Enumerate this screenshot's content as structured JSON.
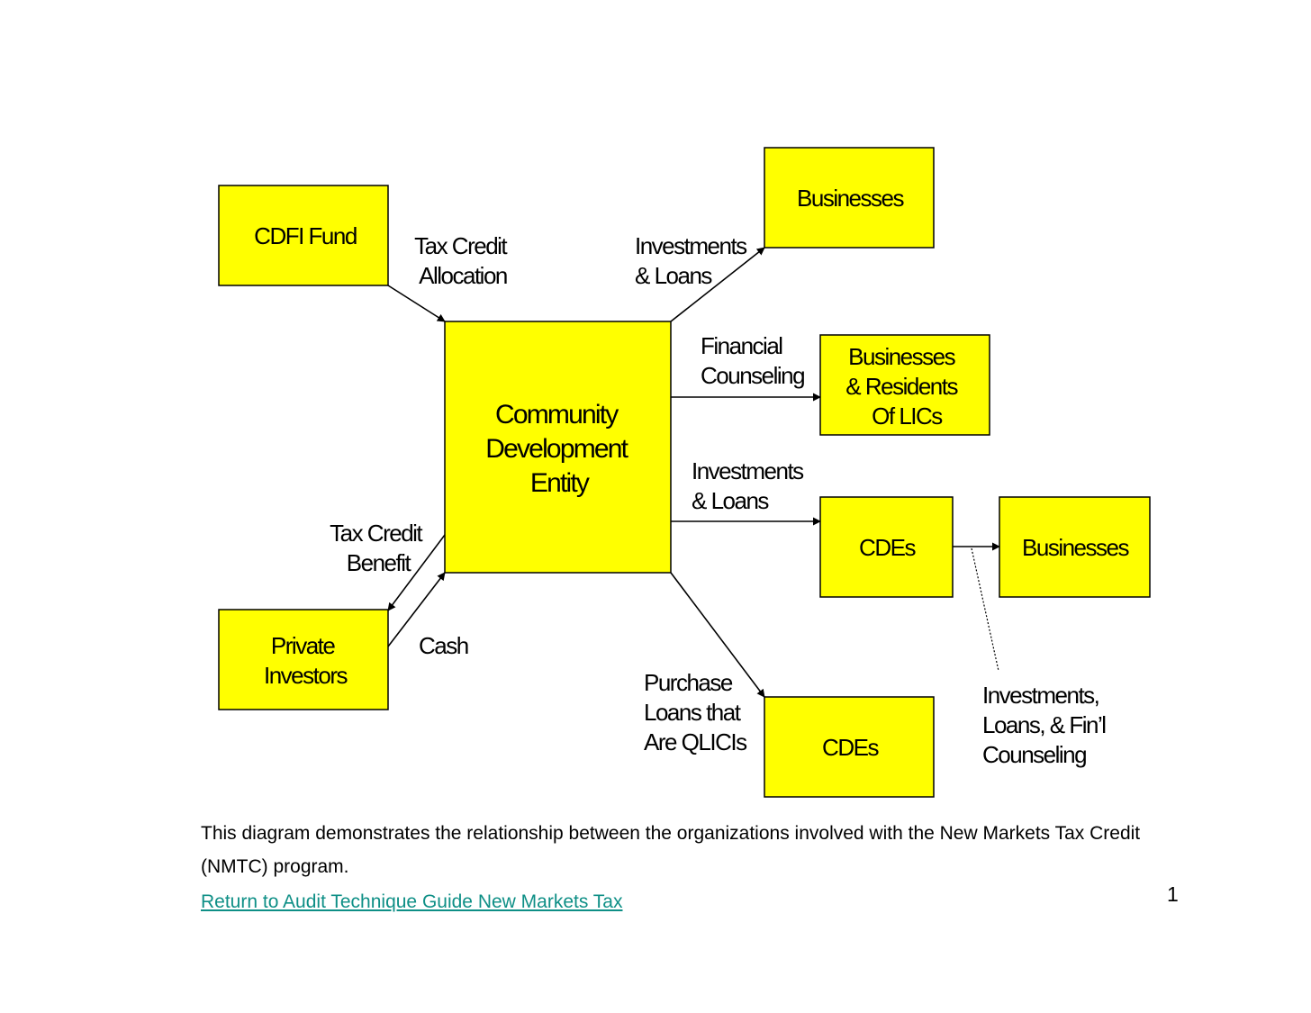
{
  "diagram": {
    "nodes": {
      "cdfi_fund": [
        "CDFI Fund"
      ],
      "cde_center": [
        "Community",
        "Development",
        "Entity"
      ],
      "businesses_top": [
        "Businesses"
      ],
      "businesses_residents": [
        "Businesses",
        "& Residents",
        "Of LICs"
      ],
      "cdes_mid": [
        "CDEs"
      ],
      "businesses_right": [
        "Businesses"
      ],
      "cdes_bottom": [
        "CDEs"
      ],
      "private_investors": [
        "Private",
        "Investors"
      ]
    },
    "edges": {
      "tax_credit_allocation": [
        "Tax Credit",
        "Allocation"
      ],
      "investments_loans_top": [
        "Investments",
        "& Loans"
      ],
      "financial_counseling": [
        "Financial",
        "Counseling"
      ],
      "investments_loans_mid": [
        "Investments",
        "& Loans"
      ],
      "tax_credit_benefit": [
        "Tax Credit",
        "Benefit"
      ],
      "cash": [
        "Cash"
      ],
      "purchase_loans": [
        "Purchase",
        "Loans that",
        "Are QLICIs"
      ],
      "investments_fin_counseling": [
        "Investments,",
        "Loans, & Fin’l",
        "Counseling"
      ]
    }
  },
  "caption": "This diagram demonstrates the relationship between the organizations involved with the New Markets Tax Credit (NMTC) program.",
  "link": {
    "label": "Return to Audit Technique Guide New Markets Tax"
  },
  "page_number": "1",
  "colors": {
    "box_fill": "#ffff00",
    "link": "#0e8f86"
  }
}
